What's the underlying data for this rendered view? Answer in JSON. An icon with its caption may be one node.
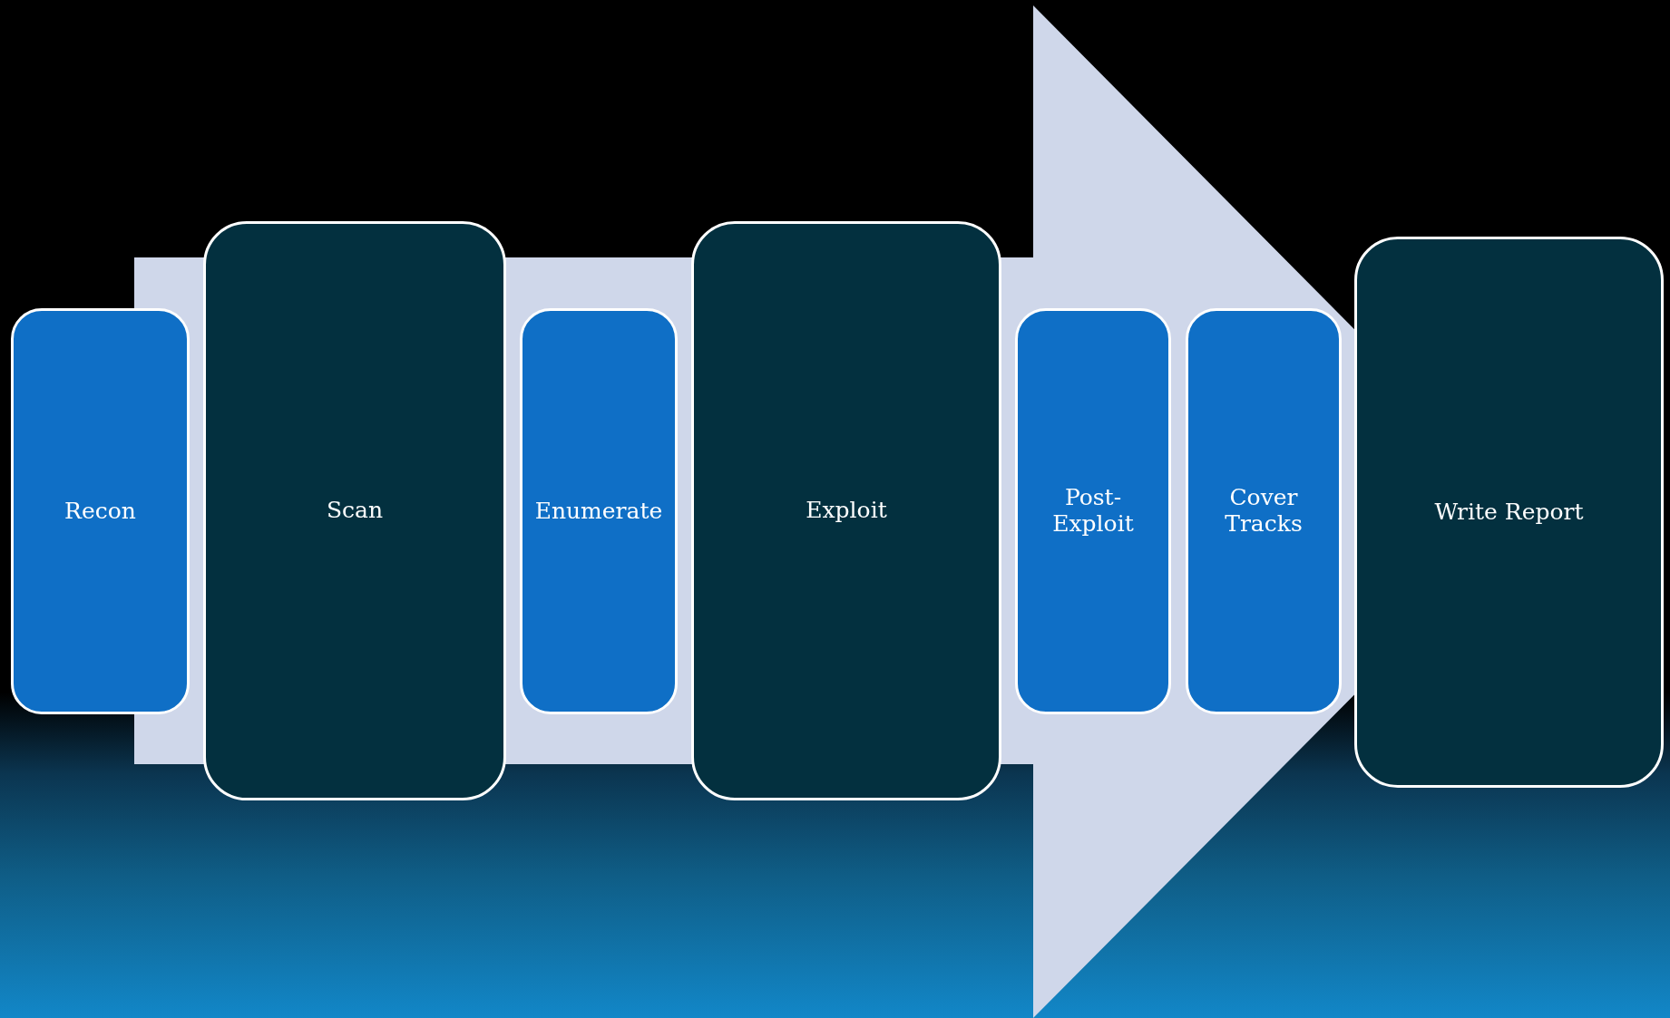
{
  "diagram": {
    "nodes": [
      {
        "text": [
          "Recon"
        ]
      },
      {
        "text": [
          "Scan"
        ]
      },
      {
        "text": [
          "Enumerate"
        ]
      },
      {
        "text": [
          "Exploit"
        ]
      },
      {
        "text": [
          "Post-Exploit"
        ]
      },
      {
        "text": [
          "Cover Tracks"
        ]
      },
      {
        "text": [
          "Write Report"
        ]
      }
    ],
    "edges": [
      {
        "from": 0,
        "to": 6,
        "arrow": "to"
      }
    ]
  }
}
